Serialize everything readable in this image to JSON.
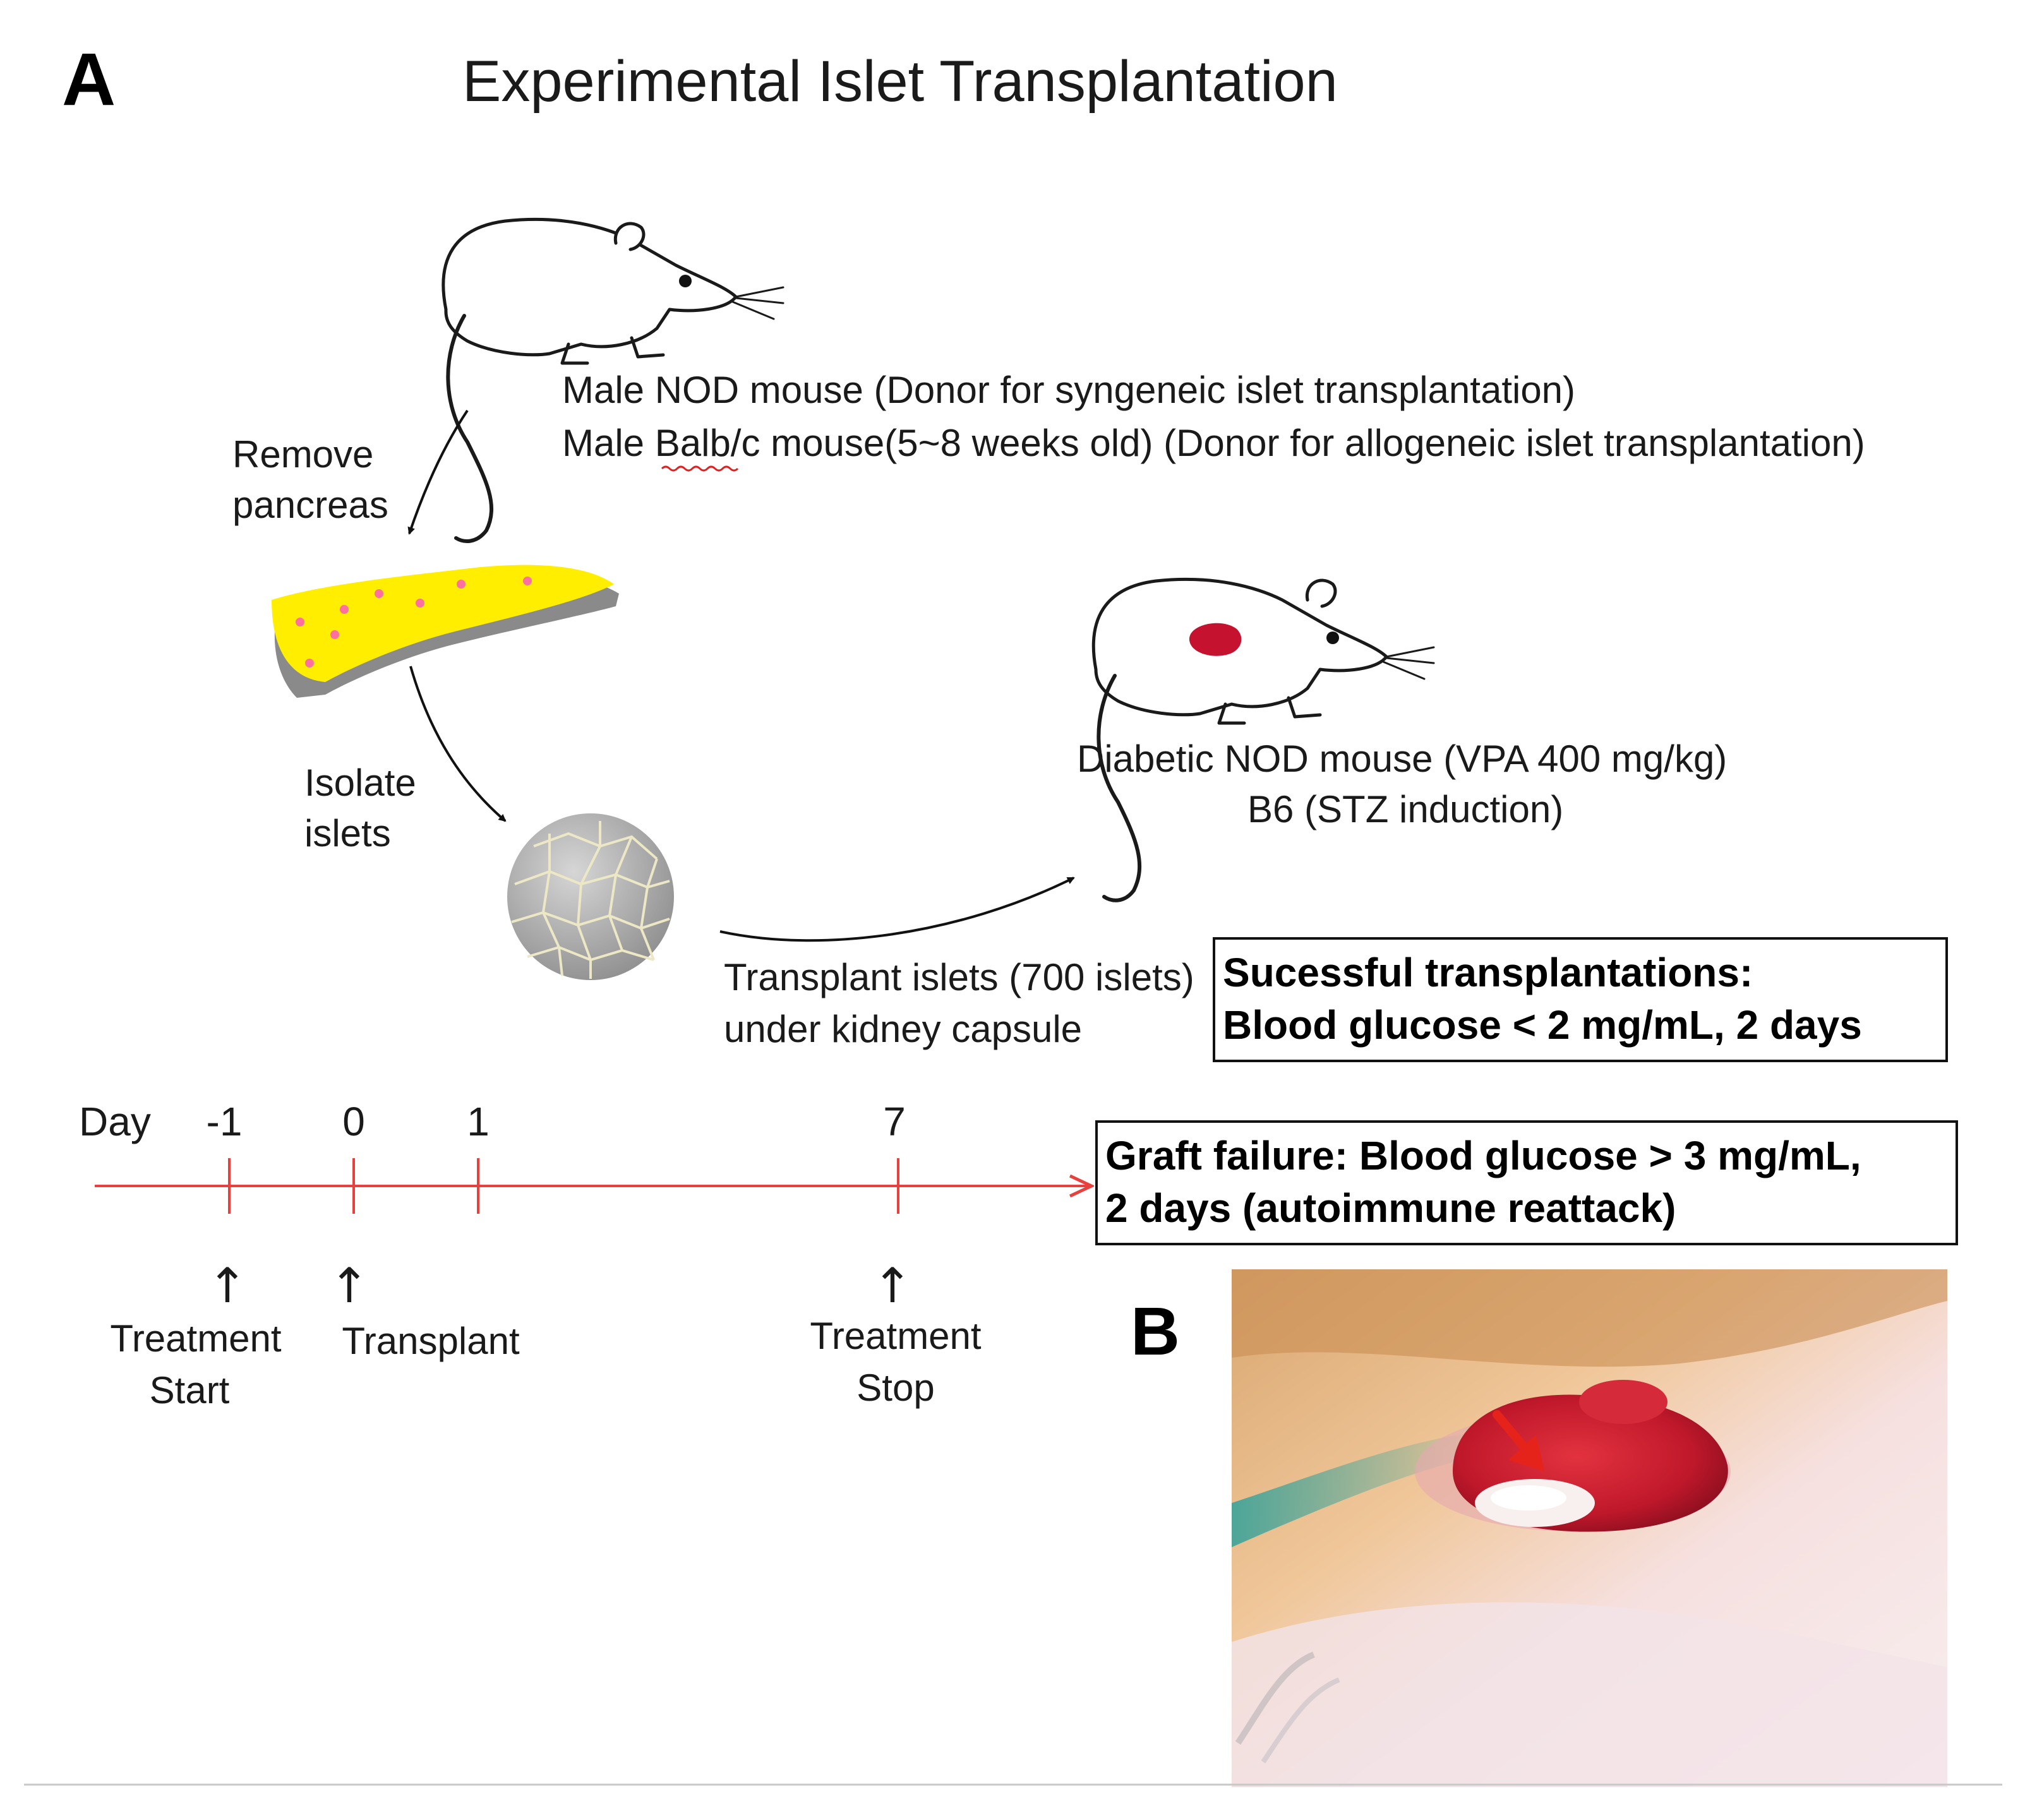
{
  "panel_a": {
    "letter": "A",
    "title": "Experimental Islet Transplantation",
    "donor_line_1": "Male NOD mouse (Donor for syngeneic islet transplantation)",
    "donor_line_2": "Male Balb/c mouse(5~8 weeks old) (Donor for allogeneic islet transplantation)",
    "step_remove_1": "Remove",
    "step_remove_2": "pancreas",
    "step_isolate_1": "Isolate",
    "step_isolate_2": "islets",
    "recipient_line_1": "Diabetic NOD mouse (VPA 400 mg/kg)",
    "recipient_line_2": "B6 (STZ induction)",
    "transplant_line_1": "Transplant islets (700 islets)",
    "transplant_line_2": "under kidney capsule",
    "success_box_line_1": "Sucessful transplantations:",
    "success_box_line_2": "Blood glucose < 2 mg/mL, 2 days",
    "failure_box_line_1": "Graft failure: Blood glucose > 3 mg/mL,",
    "failure_box_line_2": "2 days (autoimmune reattack)",
    "timeline": {
      "axis_label": "Day",
      "ticks": [
        "-1",
        "0",
        "1",
        "7"
      ],
      "event_start_1": "Treatment",
      "event_start_2": "Start",
      "event_transplant": "Transplant",
      "event_stop_1": "Treatment",
      "event_stop_2": "Stop",
      "up_arrow_glyph": "↑",
      "line_color": "#e8403c"
    }
  },
  "panel_b": {
    "letter": "B"
  },
  "colors": {
    "pancreas": "#ffee00",
    "pancreas_dot": "#ff6fa0",
    "islet": "#b9b9b9",
    "kidney": "#c4122f",
    "arrow_red": "#e5231b"
  }
}
